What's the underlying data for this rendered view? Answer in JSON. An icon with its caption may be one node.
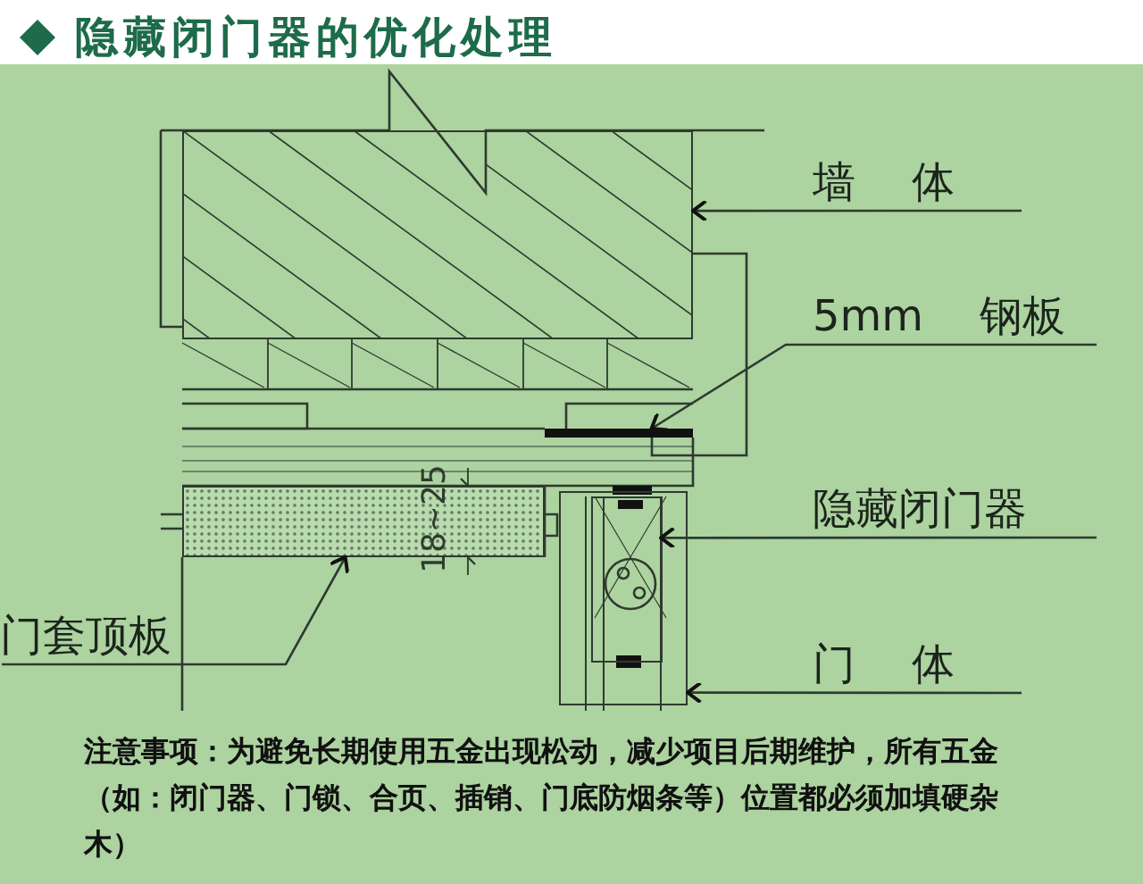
{
  "diagram": {
    "title": "隐藏闭门器的优化处理",
    "nodes": [
      {
        "text": [
          "墙 体"
        ]
      },
      {
        "text": [],
        "shape": "box"
      },
      {
        "text": [
          "5mm 钢板"
        ]
      },
      {
        "text": [],
        "shape": "bar"
      },
      {
        "text": [
          "隐藏闭门器"
        ]
      },
      {
        "text": [],
        "shape": "box",
        "in": 7
      },
      {
        "text": [
          "门 体"
        ]
      },
      {
        "text": [],
        "shape": "box"
      },
      {
        "text": [
          "门套顶板"
        ]
      },
      {
        "text": [],
        "shape": "box"
      }
    ],
    "edges": [
      {
        "from": 0,
        "to": 1,
        "arrow": "to"
      },
      {
        "from": 2,
        "to": 3,
        "arrow": "to"
      },
      {
        "from": 4,
        "to": 5,
        "arrow": "to"
      },
      {
        "from": 6,
        "to": 7,
        "arrow": "to"
      },
      {
        "from": 8,
        "to": 9,
        "arrow": "to"
      }
    ],
    "labels": [
      "18~25",
      "注意事项：为避免长期使用五金出现松动，减少项目后期维护，所有五金（如：闭门器、门锁、合页、插销、门底防烟条等）位置都必须加填硬杂木）"
    ]
  }
}
